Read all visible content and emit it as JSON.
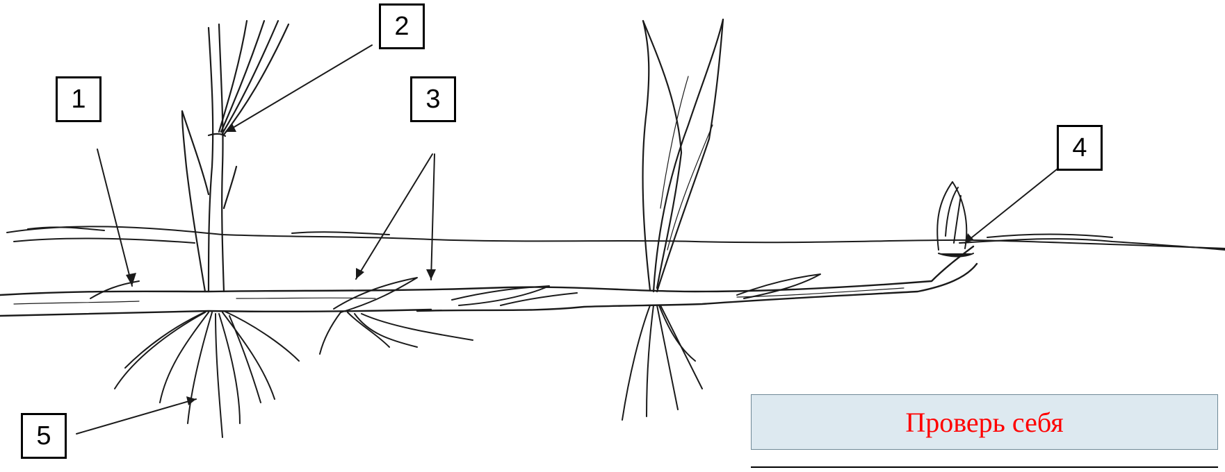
{
  "labels": {
    "one": "1",
    "two": "2",
    "three": "3",
    "four": "4",
    "five": "5"
  },
  "check_button": {
    "label": "Проверь себя",
    "text_color": "#ff0000",
    "background": "#dde9f0"
  }
}
